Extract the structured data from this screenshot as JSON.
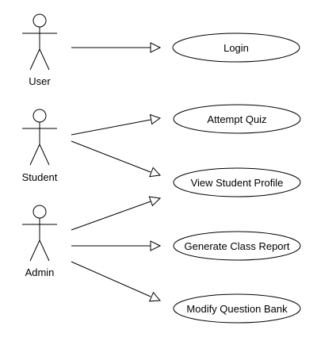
{
  "diagram": {
    "type": "use-case",
    "actors": [
      {
        "id": "user",
        "label": "User"
      },
      {
        "id": "student",
        "label": "Student"
      },
      {
        "id": "admin",
        "label": "Admin"
      }
    ],
    "use_cases": [
      {
        "id": "login",
        "label": "Login"
      },
      {
        "id": "attempt-quiz",
        "label": "Attempt Quiz"
      },
      {
        "id": "view-student-profile",
        "label": "View Student Profile"
      },
      {
        "id": "generate-class-report",
        "label": "Generate Class Report"
      },
      {
        "id": "modify-question-bank",
        "label": "Modify Question Bank"
      }
    ],
    "associations": [
      {
        "from": "user",
        "to": "login"
      },
      {
        "from": "student",
        "to": "attempt-quiz"
      },
      {
        "from": "student",
        "to": "view-student-profile"
      },
      {
        "from": "admin",
        "to": "view-student-profile"
      },
      {
        "from": "admin",
        "to": "generate-class-report"
      },
      {
        "from": "admin",
        "to": "modify-question-bank"
      }
    ],
    "colors": {
      "stroke": "#000000",
      "fill": "#ffffff",
      "background": "#ffffff"
    }
  }
}
